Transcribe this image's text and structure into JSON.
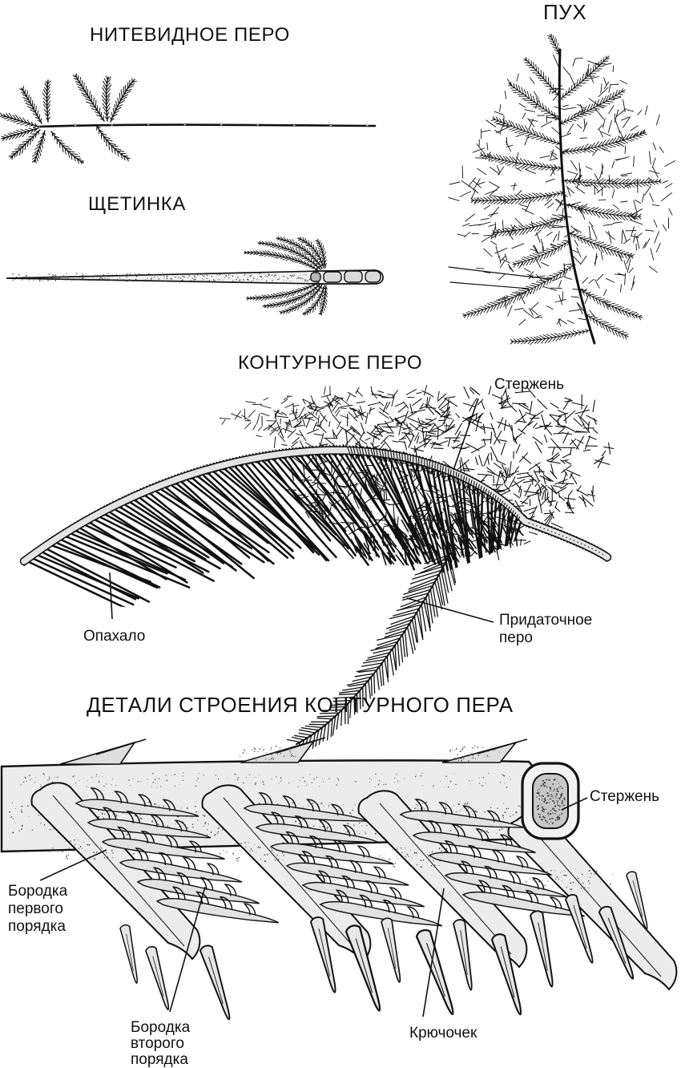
{
  "palette": {
    "ink": "#111111",
    "paper": "#ffffff",
    "light": "#ececec",
    "mid": "#c9c9c9"
  },
  "sections": {
    "filoplume": {
      "title": "НИТЕВИДНОЕ ПЕРО"
    },
    "bristle": {
      "title": "ЩЕТИНКА"
    },
    "down": {
      "title": "ПУХ"
    },
    "contour": {
      "title": "КОНТУРНОЕ ПЕРО",
      "labels": {
        "shaft": "Стержень",
        "vane": "Опахало",
        "afterfeather": "Придаточное перо"
      }
    },
    "detail": {
      "title": "ДЕТАЛИ СТРОЕНИЯ КОНТУРНОГО ПЕРА",
      "labels": {
        "shaft": "Стержень",
        "barb_first": "Бородка первого порядка",
        "barb_second": "Бородка второго порядка",
        "hooklet": "Крючочек"
      }
    }
  }
}
